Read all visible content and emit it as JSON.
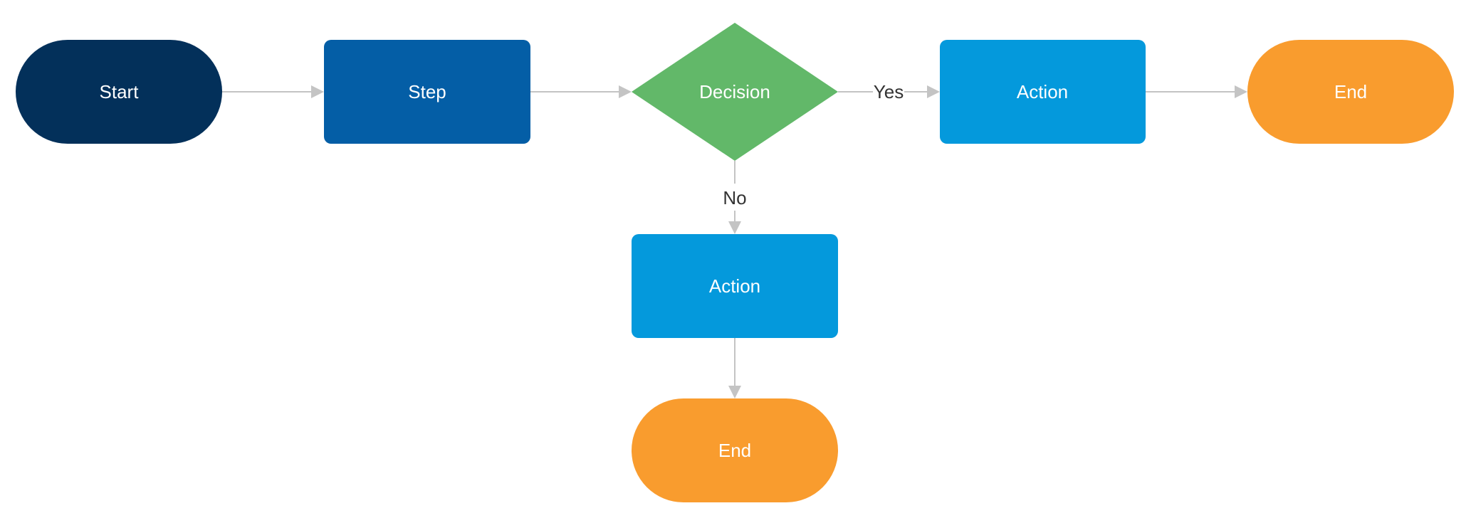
{
  "colors": {
    "start": "#03305a",
    "step": "#045ea6",
    "decision": "#62b869",
    "action": "#0499dc",
    "end": "#f99c2e",
    "edge": "#c4c4c4",
    "node_text": "#ffffff",
    "edge_text": "#333333"
  },
  "nodes": {
    "start": {
      "label": "Start",
      "shape": "terminator"
    },
    "step": {
      "label": "Step",
      "shape": "process"
    },
    "decision": {
      "label": "Decision",
      "shape": "decision"
    },
    "action_yes": {
      "label": "Action",
      "shape": "process"
    },
    "end_yes": {
      "label": "End",
      "shape": "terminator"
    },
    "action_no": {
      "label": "Action",
      "shape": "process"
    },
    "end_no": {
      "label": "End",
      "shape": "terminator"
    }
  },
  "edges": {
    "start_to_step": {
      "from": "start",
      "to": "step",
      "label": ""
    },
    "step_to_decision": {
      "from": "step",
      "to": "decision",
      "label": ""
    },
    "decision_to_action_yes": {
      "from": "decision",
      "to": "action_yes",
      "label": "Yes"
    },
    "action_yes_to_end_yes": {
      "from": "action_yes",
      "to": "end_yes",
      "label": ""
    },
    "decision_to_action_no": {
      "from": "decision",
      "to": "action_no",
      "label": "No"
    },
    "action_no_to_end_no": {
      "from": "action_no",
      "to": "end_no",
      "label": ""
    }
  }
}
